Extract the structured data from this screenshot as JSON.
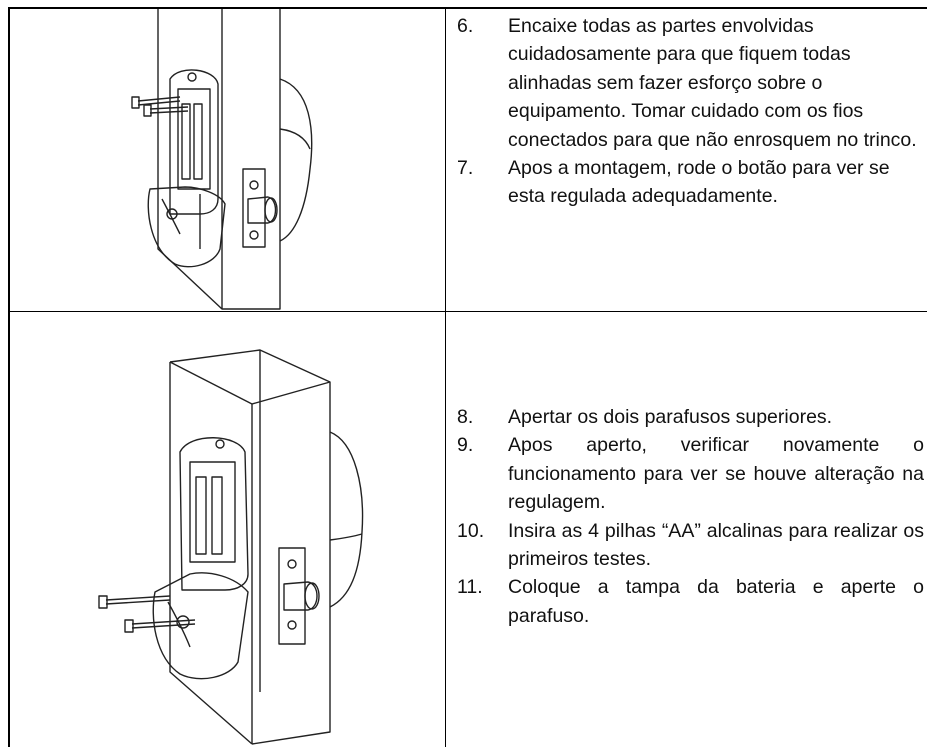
{
  "section_one": {
    "steps": [
      {
        "number": "6.",
        "text": "Encaixe todas as partes envolvidas cuidadosamente para que fiquem todas alinhadas sem fazer esforço sobre o equipamento. Tomar cuidado com os fios conectados para que não enrosquem no trinco."
      },
      {
        "number": "7.",
        "text": "Apos a montagem, rode o botão para ver se esta regulada adequadamente."
      }
    ]
  },
  "section_two": {
    "steps": [
      {
        "number": "8.",
        "text": "Apertar os dois parafusos superiores."
      },
      {
        "number": "9.",
        "text": "Apos aperto, verificar novamente o funcionamento para ver se houve alteração na regulagem."
      },
      {
        "number": "10.",
        "text": "Insira as 4 pilhas “AA” alcalinas para realizar os primeiros testes."
      },
      {
        "number": "11.",
        "text": "Coloque a tampa da bateria e aperte o parafuso."
      }
    ]
  }
}
